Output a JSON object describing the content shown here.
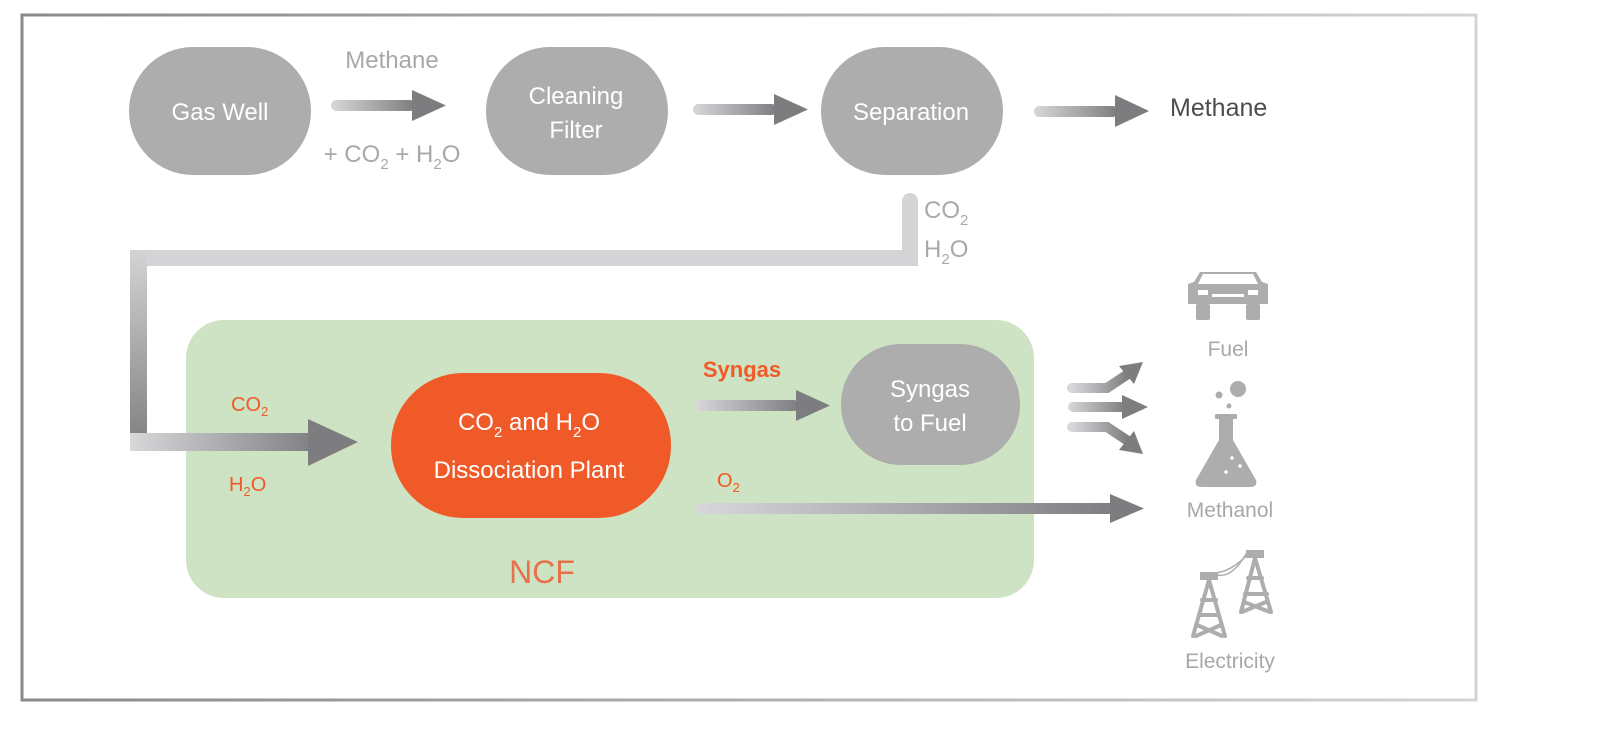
{
  "nodes": {
    "gas_well": "Gas Well",
    "cleaning_filter": [
      "Cleaning",
      "Filter"
    ],
    "separation": "Separation",
    "dissociation_plant": {
      "line1_pre": "CO",
      "line1_sub1": "2",
      "line1_mid": " and H",
      "line1_sub2": "2",
      "line1_post": "O",
      "line2": "Dissociation Plant"
    },
    "syngas_to_fuel": [
      "Syngas",
      "to Fuel"
    ]
  },
  "labels": {
    "methane_top": "Methane",
    "co2_h2o_inline": {
      "a": "+ CO",
      "sub1": "2",
      "b": " + H",
      "sub2": "2",
      "c": "O"
    },
    "methane_output": "Methane",
    "sep_co2": {
      "a": "CO",
      "sub": "2"
    },
    "sep_h2o": {
      "a": "H",
      "sub": "2",
      "b": "O"
    },
    "ncf_co2": {
      "a": "CO",
      "sub": "2"
    },
    "ncf_h2o": {
      "a": "H",
      "sub": "2",
      "b": "O"
    },
    "syngas": "Syngas",
    "o2": {
      "a": "O",
      "sub": "2"
    },
    "ncf": "NCF"
  },
  "outputs": [
    "Fuel",
    "Methanol",
    "Electricity"
  ],
  "colors": {
    "frame": "#8c8c8e",
    "gray_node": "#adadad",
    "orange": "#f05a28",
    "ncf_green": "#cde3c3",
    "arrow_dark": "#808083",
    "arrow_light": "#d6d6d8",
    "label_gray": "#a8a8a8",
    "text_dark": "#4d4d4f"
  },
  "icons": [
    "car-icon",
    "flask-icon",
    "power-tower-icon"
  ]
}
